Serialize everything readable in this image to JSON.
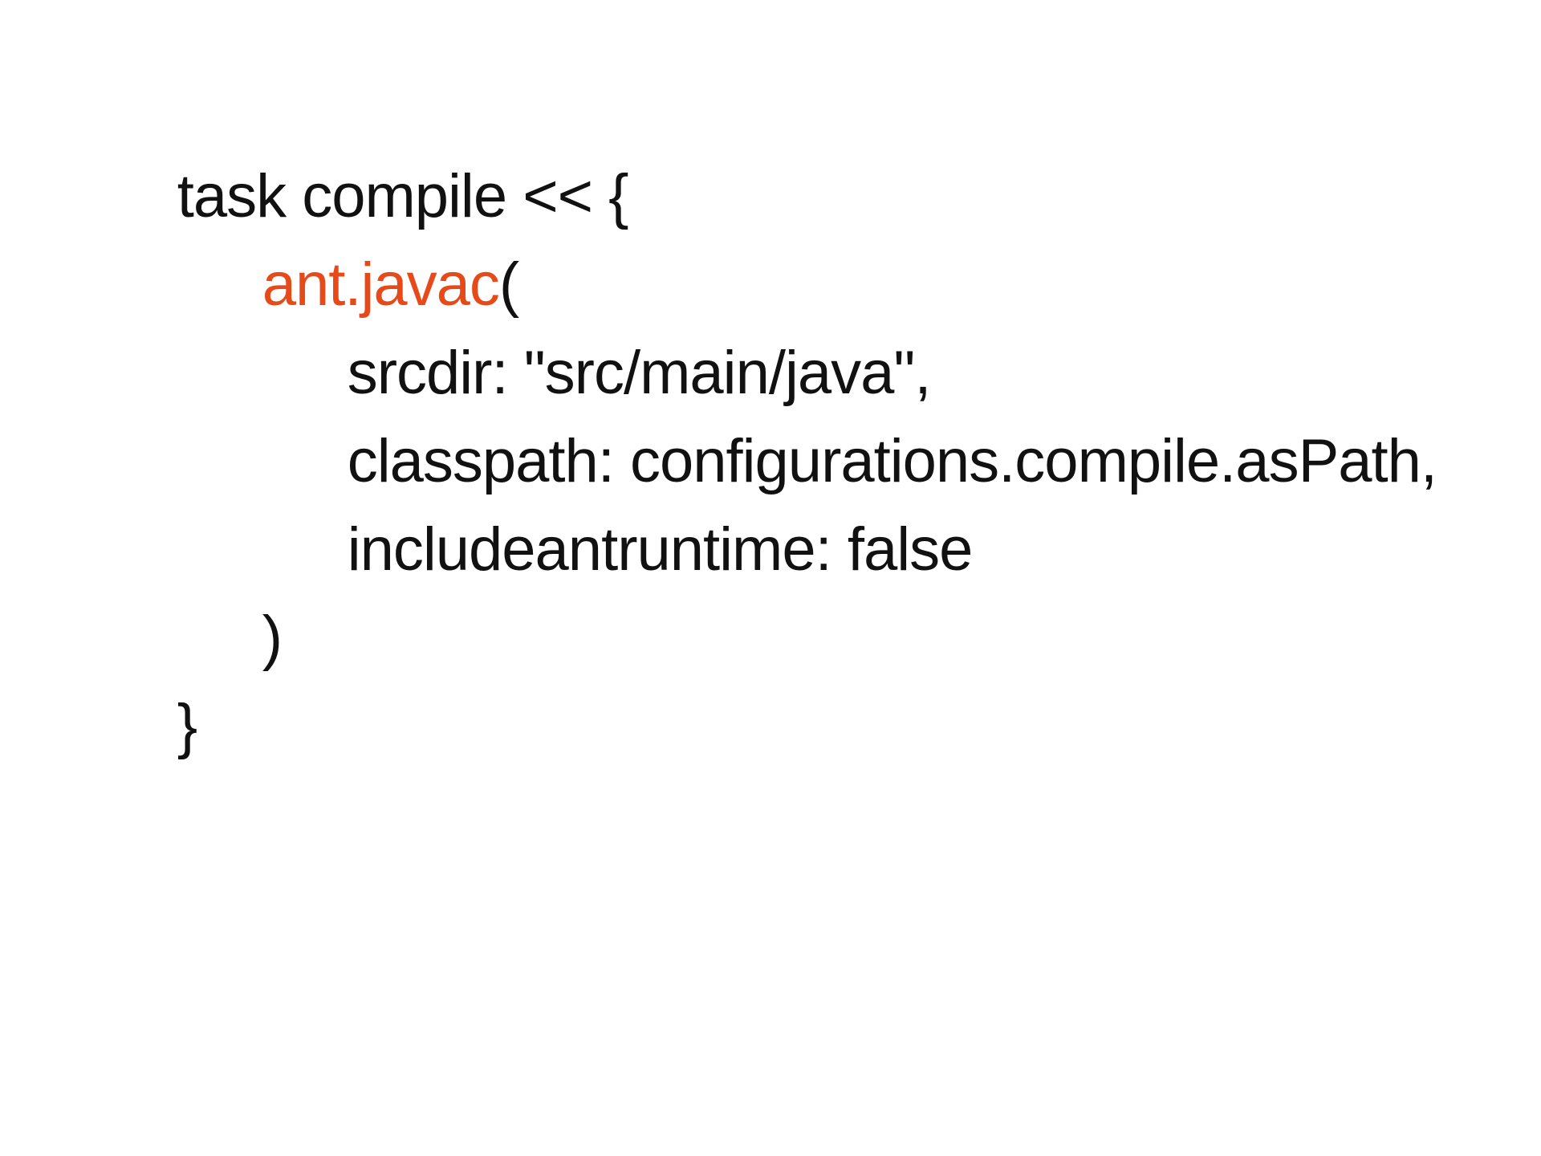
{
  "code": {
    "lines": [
      {
        "text": "task compile << {"
      },
      {
        "accent": "ant.javac",
        "rest": "("
      },
      {
        "text": "srcdir: \"src/main/java\","
      },
      {
        "text": "classpath: configurations.compile.asPath,"
      },
      {
        "text": "includeantruntime: false"
      },
      {
        "text": ")"
      },
      {
        "text": "}"
      }
    ]
  },
  "colors": {
    "text": "#111111",
    "accent": "#e64a19",
    "background": "#ffffff"
  }
}
